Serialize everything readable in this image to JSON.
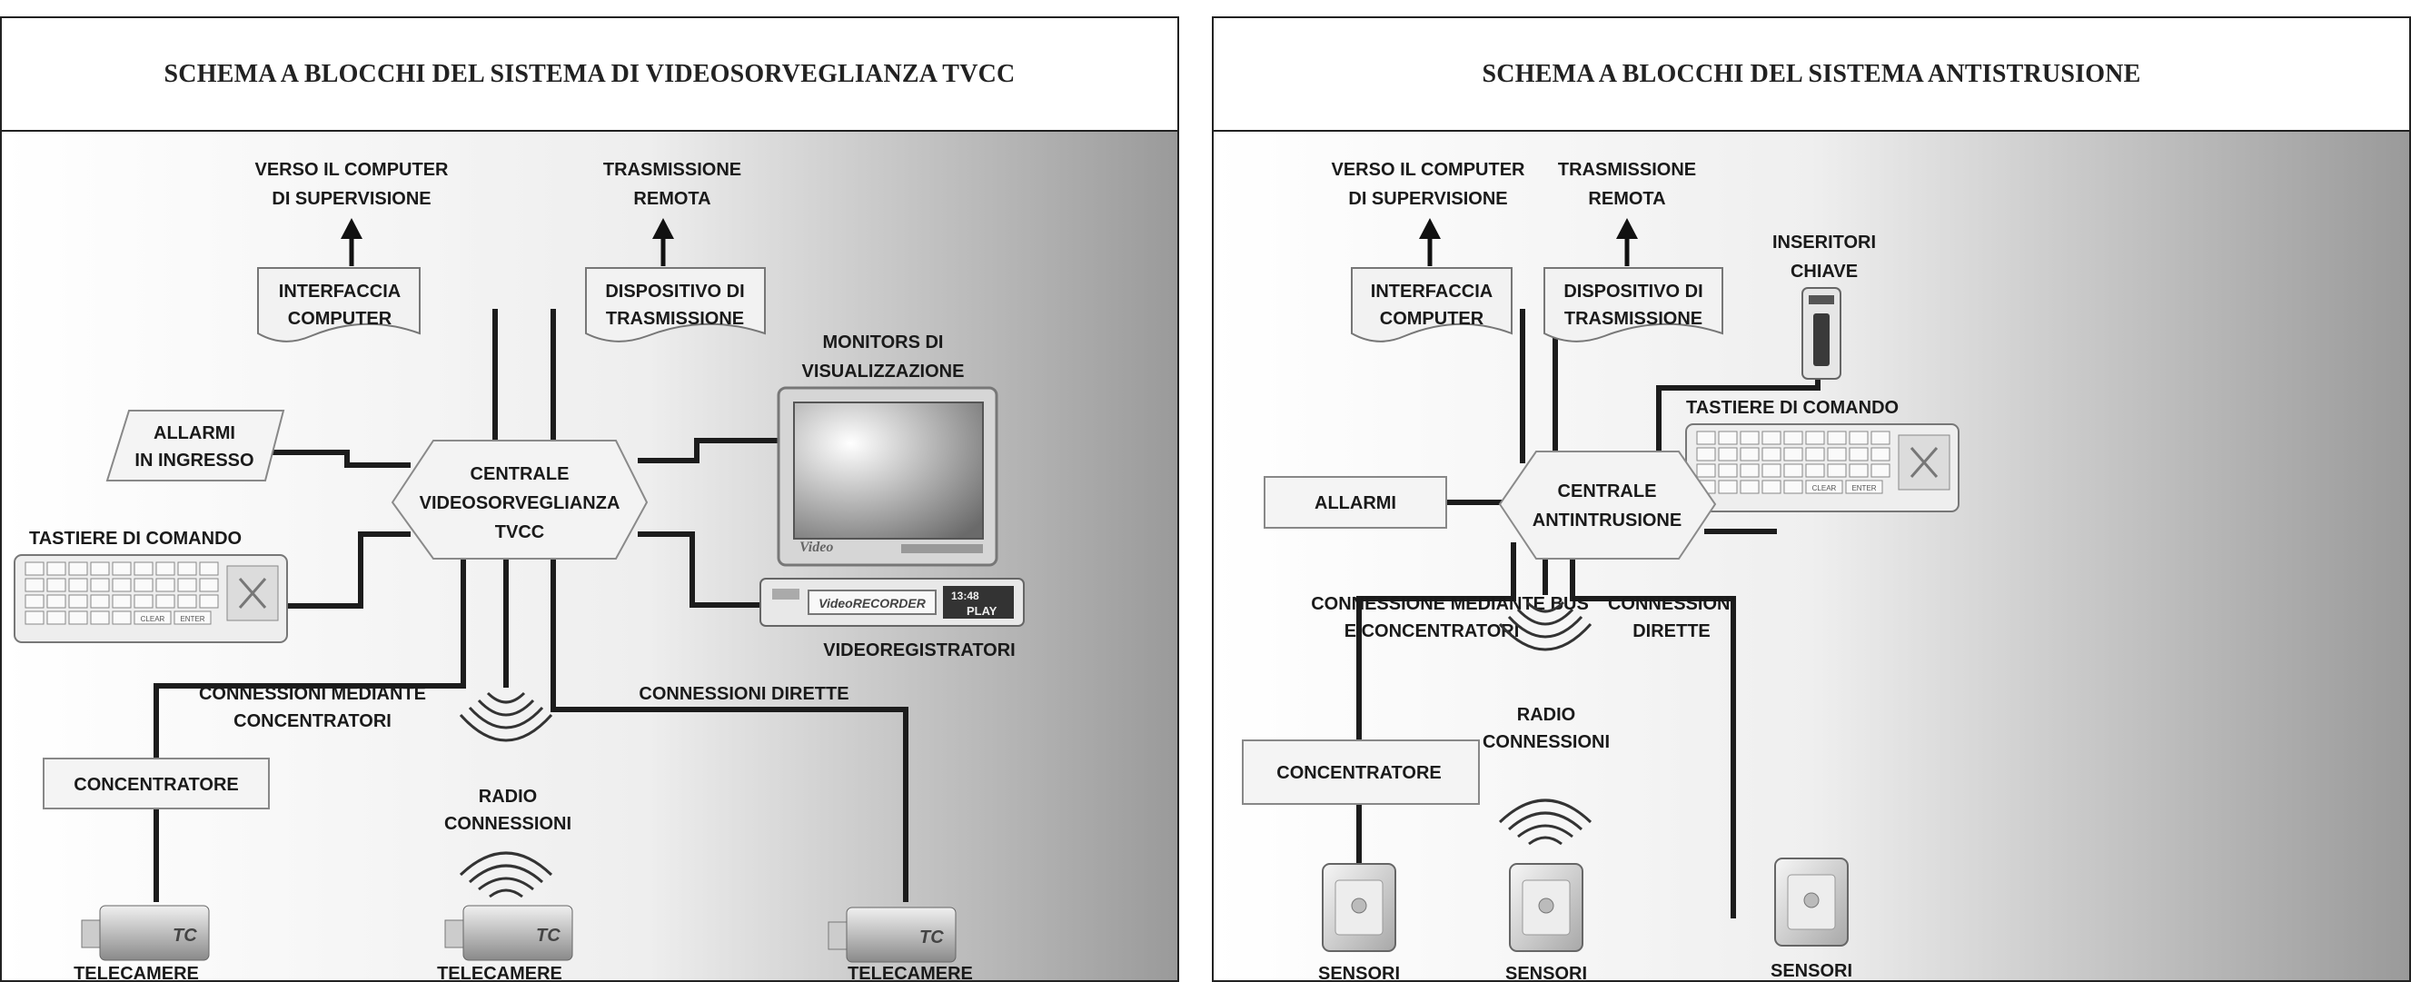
{
  "left": {
    "title": "SCHEMA A BLOCCHI DEL SISTEMA DI VIDEOSORVEGLIANZA TVCC",
    "supervision": [
      "VERSO IL COMPUTER",
      "DI SUPERVISIONE"
    ],
    "remote": [
      "TRASMISSIONE",
      "REMOTA"
    ],
    "interface": [
      "INTERFACCIA",
      "COMPUTER"
    ],
    "transmission": [
      "DISPOSITIVO DI",
      "TRASMISSIONE"
    ],
    "monitors": [
      "MONITORS DI",
      "VISUALIZZAZIONE"
    ],
    "monitor_screen_label": "Video",
    "alarms": [
      "ALLARMI",
      "IN INGRESSO"
    ],
    "central": [
      "CENTRALE",
      "VIDEOSORVEGLIANZA",
      "TVCC"
    ],
    "keyboard_label": "TASTIERE DI COMANDO",
    "recorder_brand": "VideoRECORDER",
    "recorder_time": "13:48",
    "recorder_play": "PLAY",
    "recorders_label": "VIDEOREGISTRATORI",
    "conn_concentrators": [
      "CONNESSIONI MEDIANTE",
      "CONCENTRATORI"
    ],
    "conn_direct": "CONNESSIONI DIRETTE",
    "radio": [
      "RADIO",
      "CONNESSIONI"
    ],
    "concentrator": "CONCENTRATORE",
    "camera_badge": "TC",
    "cameras": [
      "TELECAMERE",
      "TELECAMERE",
      "TELECAMERE"
    ]
  },
  "right": {
    "title": "SCHEMA A BLOCCHI DEL SISTEMA ANTISTRUSIONE",
    "supervision": [
      "VERSO IL COMPUTER",
      "DI SUPERVISIONE"
    ],
    "remote": [
      "TRASMISSIONE",
      "REMOTA"
    ],
    "interface": [
      "INTERFACCIA",
      "COMPUTER"
    ],
    "transmission": [
      "DISPOSITIVO DI",
      "TRASMISSIONE"
    ],
    "key_inserters": [
      "INSERITORI",
      "CHIAVE"
    ],
    "keyboard_label": "TASTIERE DI COMANDO",
    "alarms": "ALLARMI",
    "central": [
      "CENTRALE",
      "ANTINTRUSIONE"
    ],
    "conn_bus": [
      "CONNESSIONE MEDIANTE BUS",
      "E CONCENTRATORI"
    ],
    "conn_direct": [
      "CONNESSIONI",
      "DIRETTE"
    ],
    "radio": [
      "RADIO",
      "CONNESSIONI"
    ],
    "concentrator": "CONCENTRATORE",
    "sensors": [
      "SENSORI",
      "SENSORI",
      "SENSORI"
    ]
  },
  "keyboard_keys": {
    "clear": "CLEAR",
    "enter": "ENTER"
  }
}
